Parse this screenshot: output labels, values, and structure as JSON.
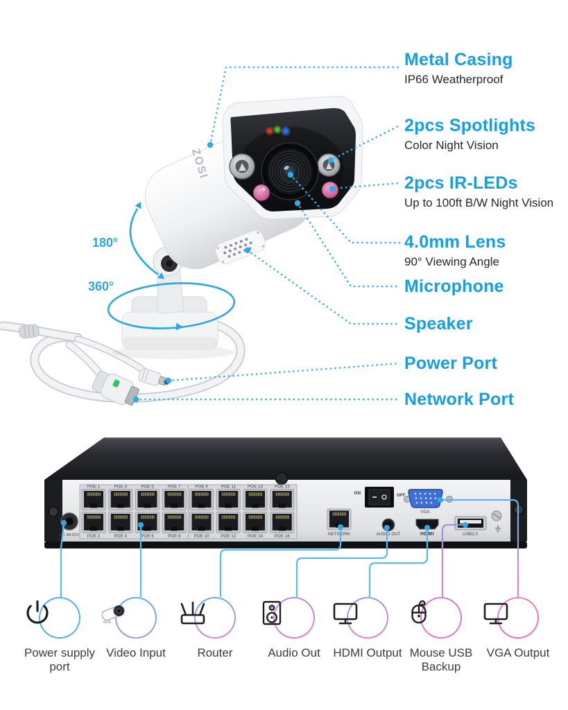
{
  "palette": {
    "accent_blue": "#149fe3",
    "line_blue": "#3fb1e9",
    "leader_blue": "#58bbef",
    "accent_pink": "#ee74be",
    "text_dark": "#262626"
  },
  "camera": {
    "brand": "ZOSI",
    "tilt_label": "180°",
    "pan_label": "360°",
    "callouts": [
      {
        "title": "Metal Casing",
        "subtitle": "IP66 Weatherproof"
      },
      {
        "title": "2pcs Spotlights",
        "subtitle": "Color Night Vision"
      },
      {
        "title": "2pcs IR-LEDs",
        "subtitle": "Up to 100ft B/W Night Vision"
      },
      {
        "title": "4.0mm Lens",
        "subtitle": "90° Viewing Angle"
      },
      {
        "title": "Microphone",
        "subtitle": ""
      },
      {
        "title": "Speaker",
        "subtitle": ""
      },
      {
        "title": "Power Port",
        "subtitle": ""
      },
      {
        "title": "Network Port",
        "subtitle": ""
      }
    ]
  },
  "nvr": {
    "dc_label": "DC 48-52V",
    "poe_top": [
      "POE 1",
      "POE 3",
      "POE 5",
      "POE 7",
      "POE 9",
      "POE 11",
      "POE 13",
      "POE 15"
    ],
    "poe_bottom": [
      "POE 2",
      "POE 4",
      "POE 6",
      "POE 8",
      "POE 10",
      "POE 12",
      "POE 14",
      "POE 16"
    ],
    "network_label": "NETWORK",
    "audio_label": "AUDIO OUT",
    "hdmi_label": "HDMI",
    "usb_label": "USB2.0",
    "vga_label": "VGA",
    "switch_on": "ON",
    "switch_off": "OFF"
  },
  "legend": {
    "items": [
      {
        "label": "Power supply",
        "label2": "port",
        "icon": "power-icon"
      },
      {
        "label": "Video Input",
        "label2": "",
        "icon": "camera-icon"
      },
      {
        "label": "Router",
        "label2": "",
        "icon": "router-icon"
      },
      {
        "label": "Audio Out",
        "label2": "",
        "icon": "speaker-icon"
      },
      {
        "label": "HDMI Output",
        "label2": "",
        "icon": "monitor-icon"
      },
      {
        "label": "Mouse USB",
        "label2": "Backup",
        "icon": "mouse-icon"
      },
      {
        "label": "VGA Output",
        "label2": "",
        "icon": "monitor-icon"
      }
    ]
  }
}
